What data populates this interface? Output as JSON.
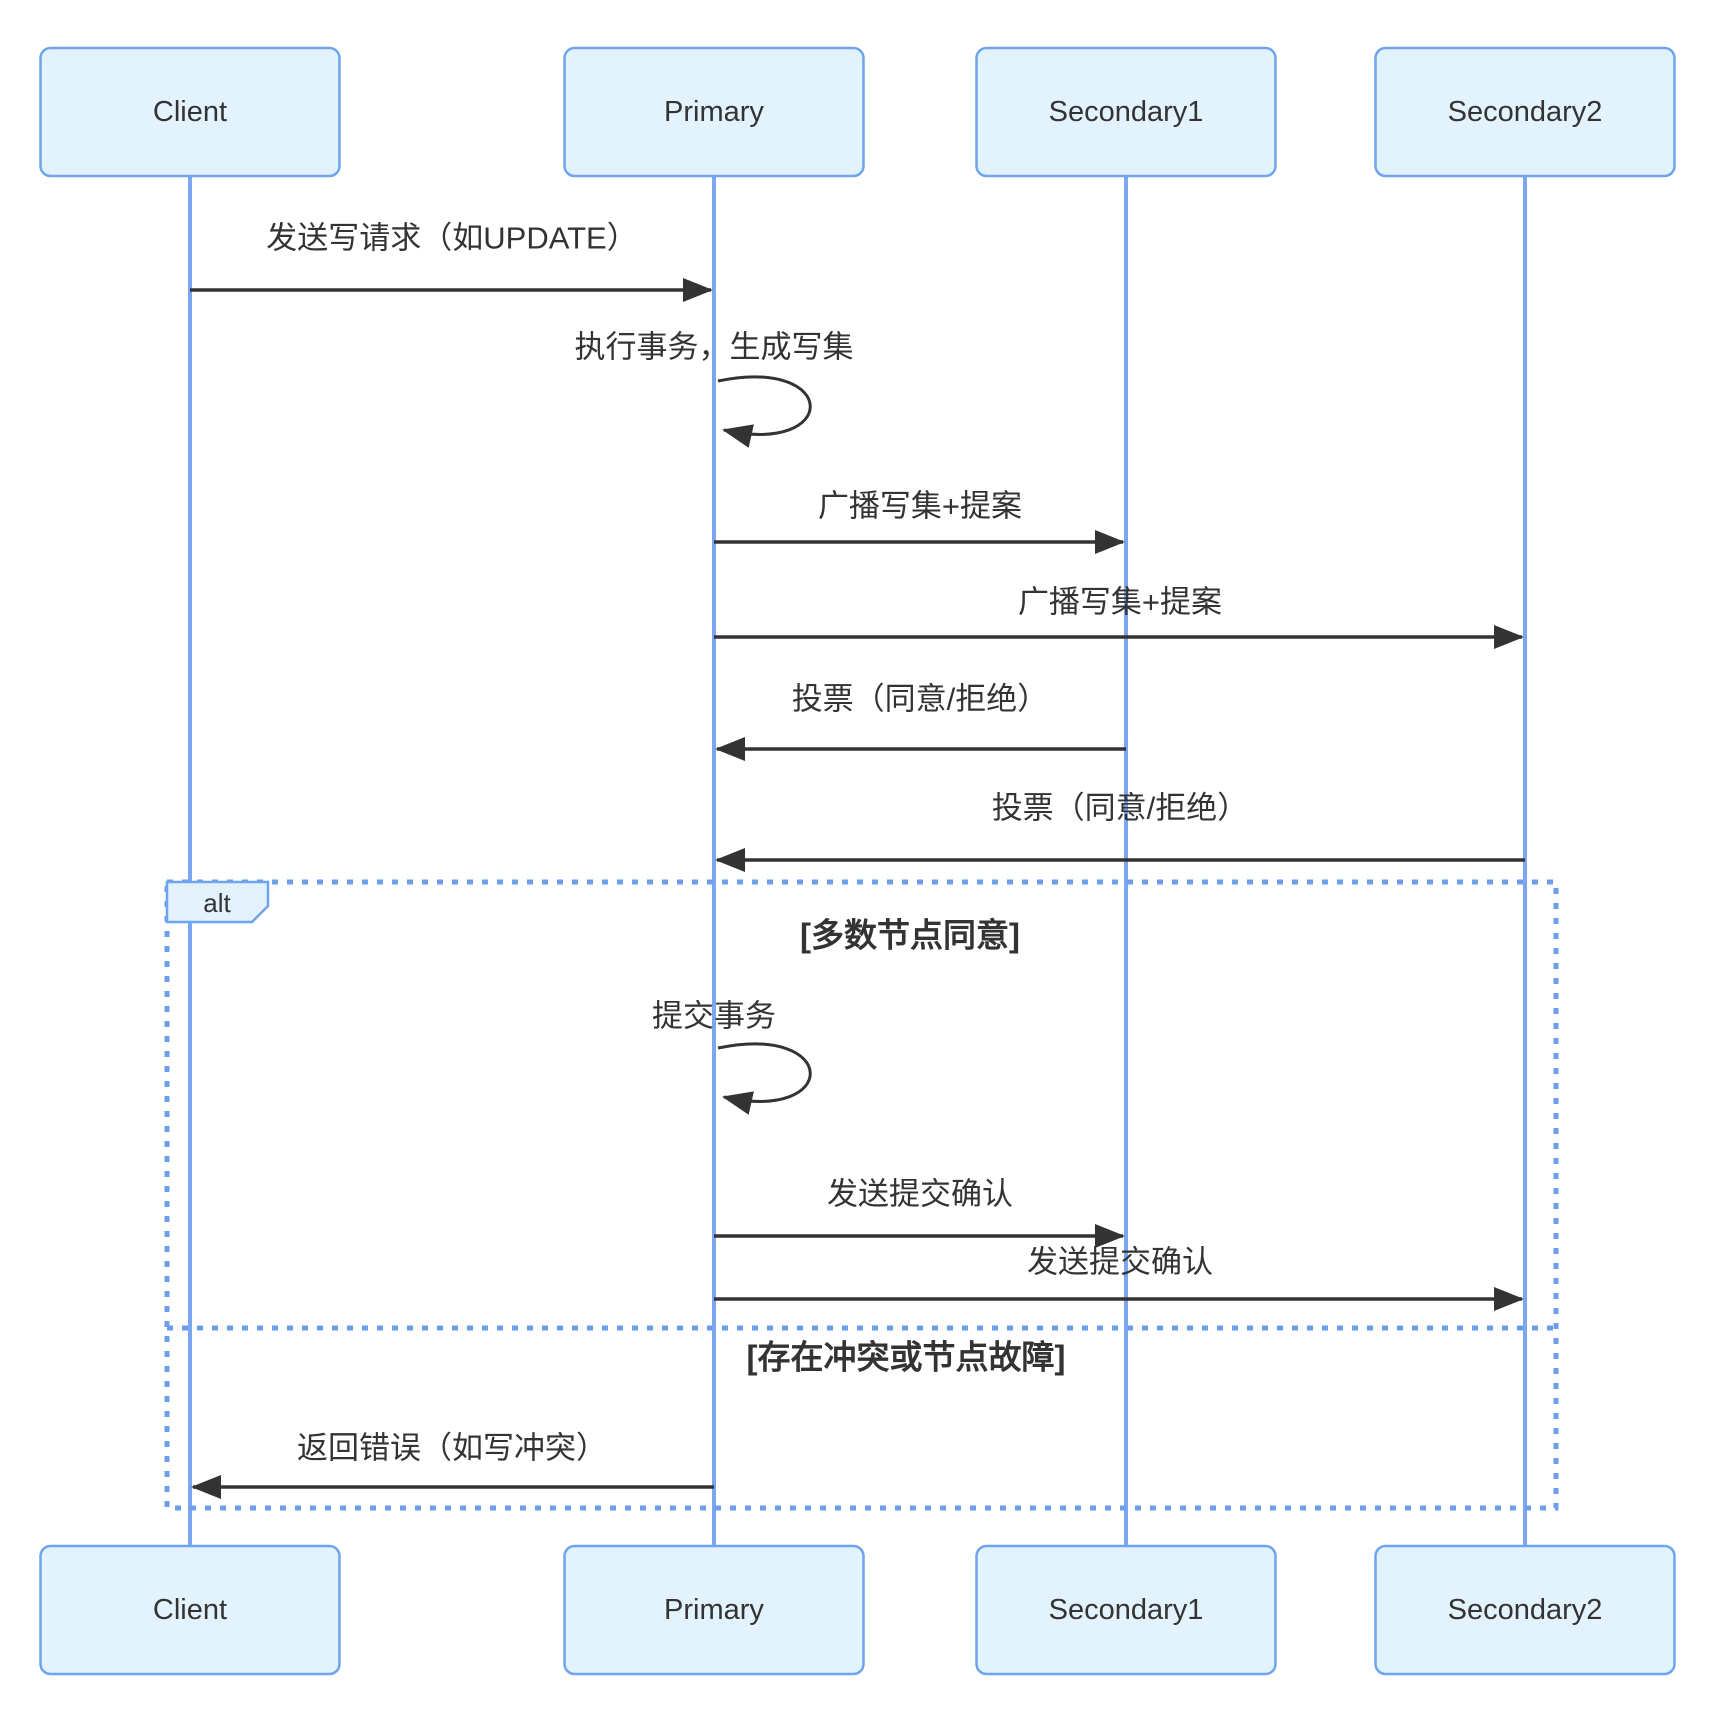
{
  "diagram": {
    "kind": "sequence-diagram",
    "participants": [
      {
        "id": "client",
        "label": "Client"
      },
      {
        "id": "primary",
        "label": "Primary"
      },
      {
        "id": "secondary1",
        "label": "Secondary1"
      },
      {
        "id": "secondary2",
        "label": "Secondary2"
      }
    ],
    "messages": [
      {
        "from": "Client",
        "to": "Primary",
        "label": "发送写请求（如UPDATE）",
        "type": "solid-arrow"
      },
      {
        "from": "Primary",
        "to": "Primary",
        "label": "执行事务，生成写集",
        "type": "self-loop"
      },
      {
        "from": "Primary",
        "to": "Secondary1",
        "label": "广播写集+提案",
        "type": "solid-arrow"
      },
      {
        "from": "Primary",
        "to": "Secondary2",
        "label": "广播写集+提案",
        "type": "solid-arrow"
      },
      {
        "from": "Secondary1",
        "to": "Primary",
        "label": "投票（同意/拒绝）",
        "type": "solid-arrow"
      },
      {
        "from": "Secondary2",
        "to": "Primary",
        "label": "投票（同意/拒绝）",
        "type": "solid-arrow"
      },
      {
        "from": "Primary",
        "to": "Primary",
        "label": "提交事务",
        "type": "self-loop"
      },
      {
        "from": "Primary",
        "to": "Secondary1",
        "label": "发送提交确认",
        "type": "solid-arrow"
      },
      {
        "from": "Primary",
        "to": "Secondary2",
        "label": "发送提交确认",
        "type": "solid-arrow"
      },
      {
        "from": "Primary",
        "to": "Client",
        "label": "返回错误（如写冲突）",
        "type": "solid-arrow"
      }
    ],
    "alt": {
      "label": "alt",
      "conditions": [
        {
          "text": "[多数节点同意]"
        },
        {
          "text": "[存在冲突或节点故障]"
        }
      ]
    },
    "colors": {
      "participant_fill": "#E3F3FD",
      "participant_border": "#6FA5EE",
      "lifeline": "#7BA7F2",
      "frame_border": "#6D9EEC",
      "frame_label_fill": "#E3F2FD",
      "arrow": "#333333",
      "text": "#333333",
      "bg": "#FFFFFF"
    }
  }
}
